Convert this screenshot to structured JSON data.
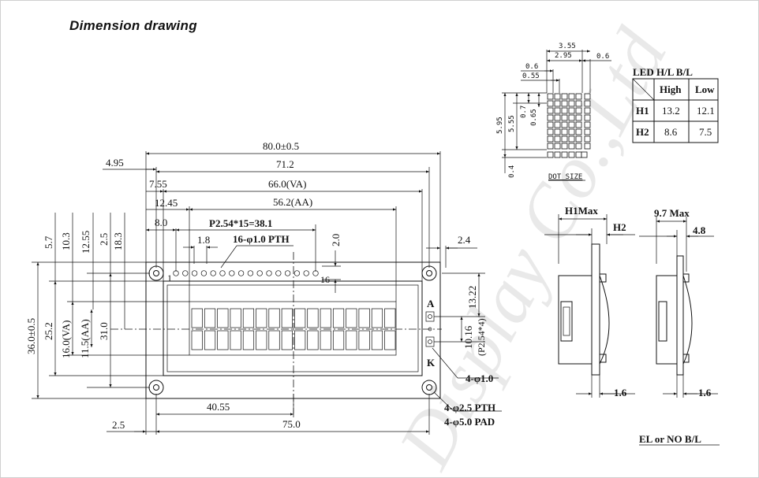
{
  "title": "Dimension drawing",
  "watermark": "Display Co.,Ltd",
  "front_view": {
    "horizontal_dims": {
      "overall_width": "80.0±0.5",
      "hole_pitch": "71.2",
      "left_offset_495": "4.95",
      "va_width": "66.0(VA)",
      "left_offset_755": "7.55",
      "aa_width": "56.2(AA)",
      "left_offset_1245": "12.45",
      "pin_offset": "8.0",
      "pin_pitch": "P2.54*15=38.1",
      "pin_spacing": "1.8",
      "pins_label": "16-φ1.0 PTH",
      "pin_to_edge": "2.0",
      "right_edge": "2.4",
      "bottom_offset": "2.5",
      "bottom_width": "75.0",
      "center_offset": "40.55",
      "pin_first": "1",
      "pin_last": "16"
    },
    "vertical_dims": {
      "overall_height": "36.0±0.5",
      "va_height": "25.2",
      "va_label": "16.0(VA)",
      "aa_label": "11.5(AA)",
      "hole_pitch_v": "31.0",
      "d57": "5.7",
      "d103": "10.3",
      "d1255": "12.55",
      "d25": "2.5",
      "d183": "18.3",
      "right_1322": "13.22",
      "right_1016": "10.16",
      "right_p254": "(P2.54*4)"
    },
    "holes": {
      "small_holes": "4-φ1.0",
      "pth": "4-φ2.5 PTH",
      "pad": "4-φ5.0 PAD"
    },
    "led_pins": {
      "anode": "A",
      "cathode": "K"
    }
  },
  "dot_size": {
    "label": "DOT SIZE",
    "w_total": "3.55",
    "w_inner": "2.95",
    "w_gap": "0.6",
    "dot_w": "0.6",
    "dot_pitch": "0.55",
    "h_total": "5.95",
    "h_inner": "5.55",
    "dot_h": "0.7",
    "dot_pitch_v": "0.65",
    "gap_bottom": "0.4"
  },
  "led_table": {
    "caption": "LED H/L B/L",
    "headers": [
      "",
      "High",
      "Low"
    ],
    "rows": [
      [
        "H1",
        "13.2",
        "12.1"
      ],
      [
        "H2",
        "8.6",
        "7.5"
      ]
    ]
  },
  "side_views": {
    "led": {
      "h1": "H1Max",
      "h2": "H2",
      "bottom": "1.6"
    },
    "el": {
      "max": "9.7 Max",
      "thick": "4.8",
      "bottom": "1.6",
      "caption": "EL or NO B/L"
    }
  }
}
